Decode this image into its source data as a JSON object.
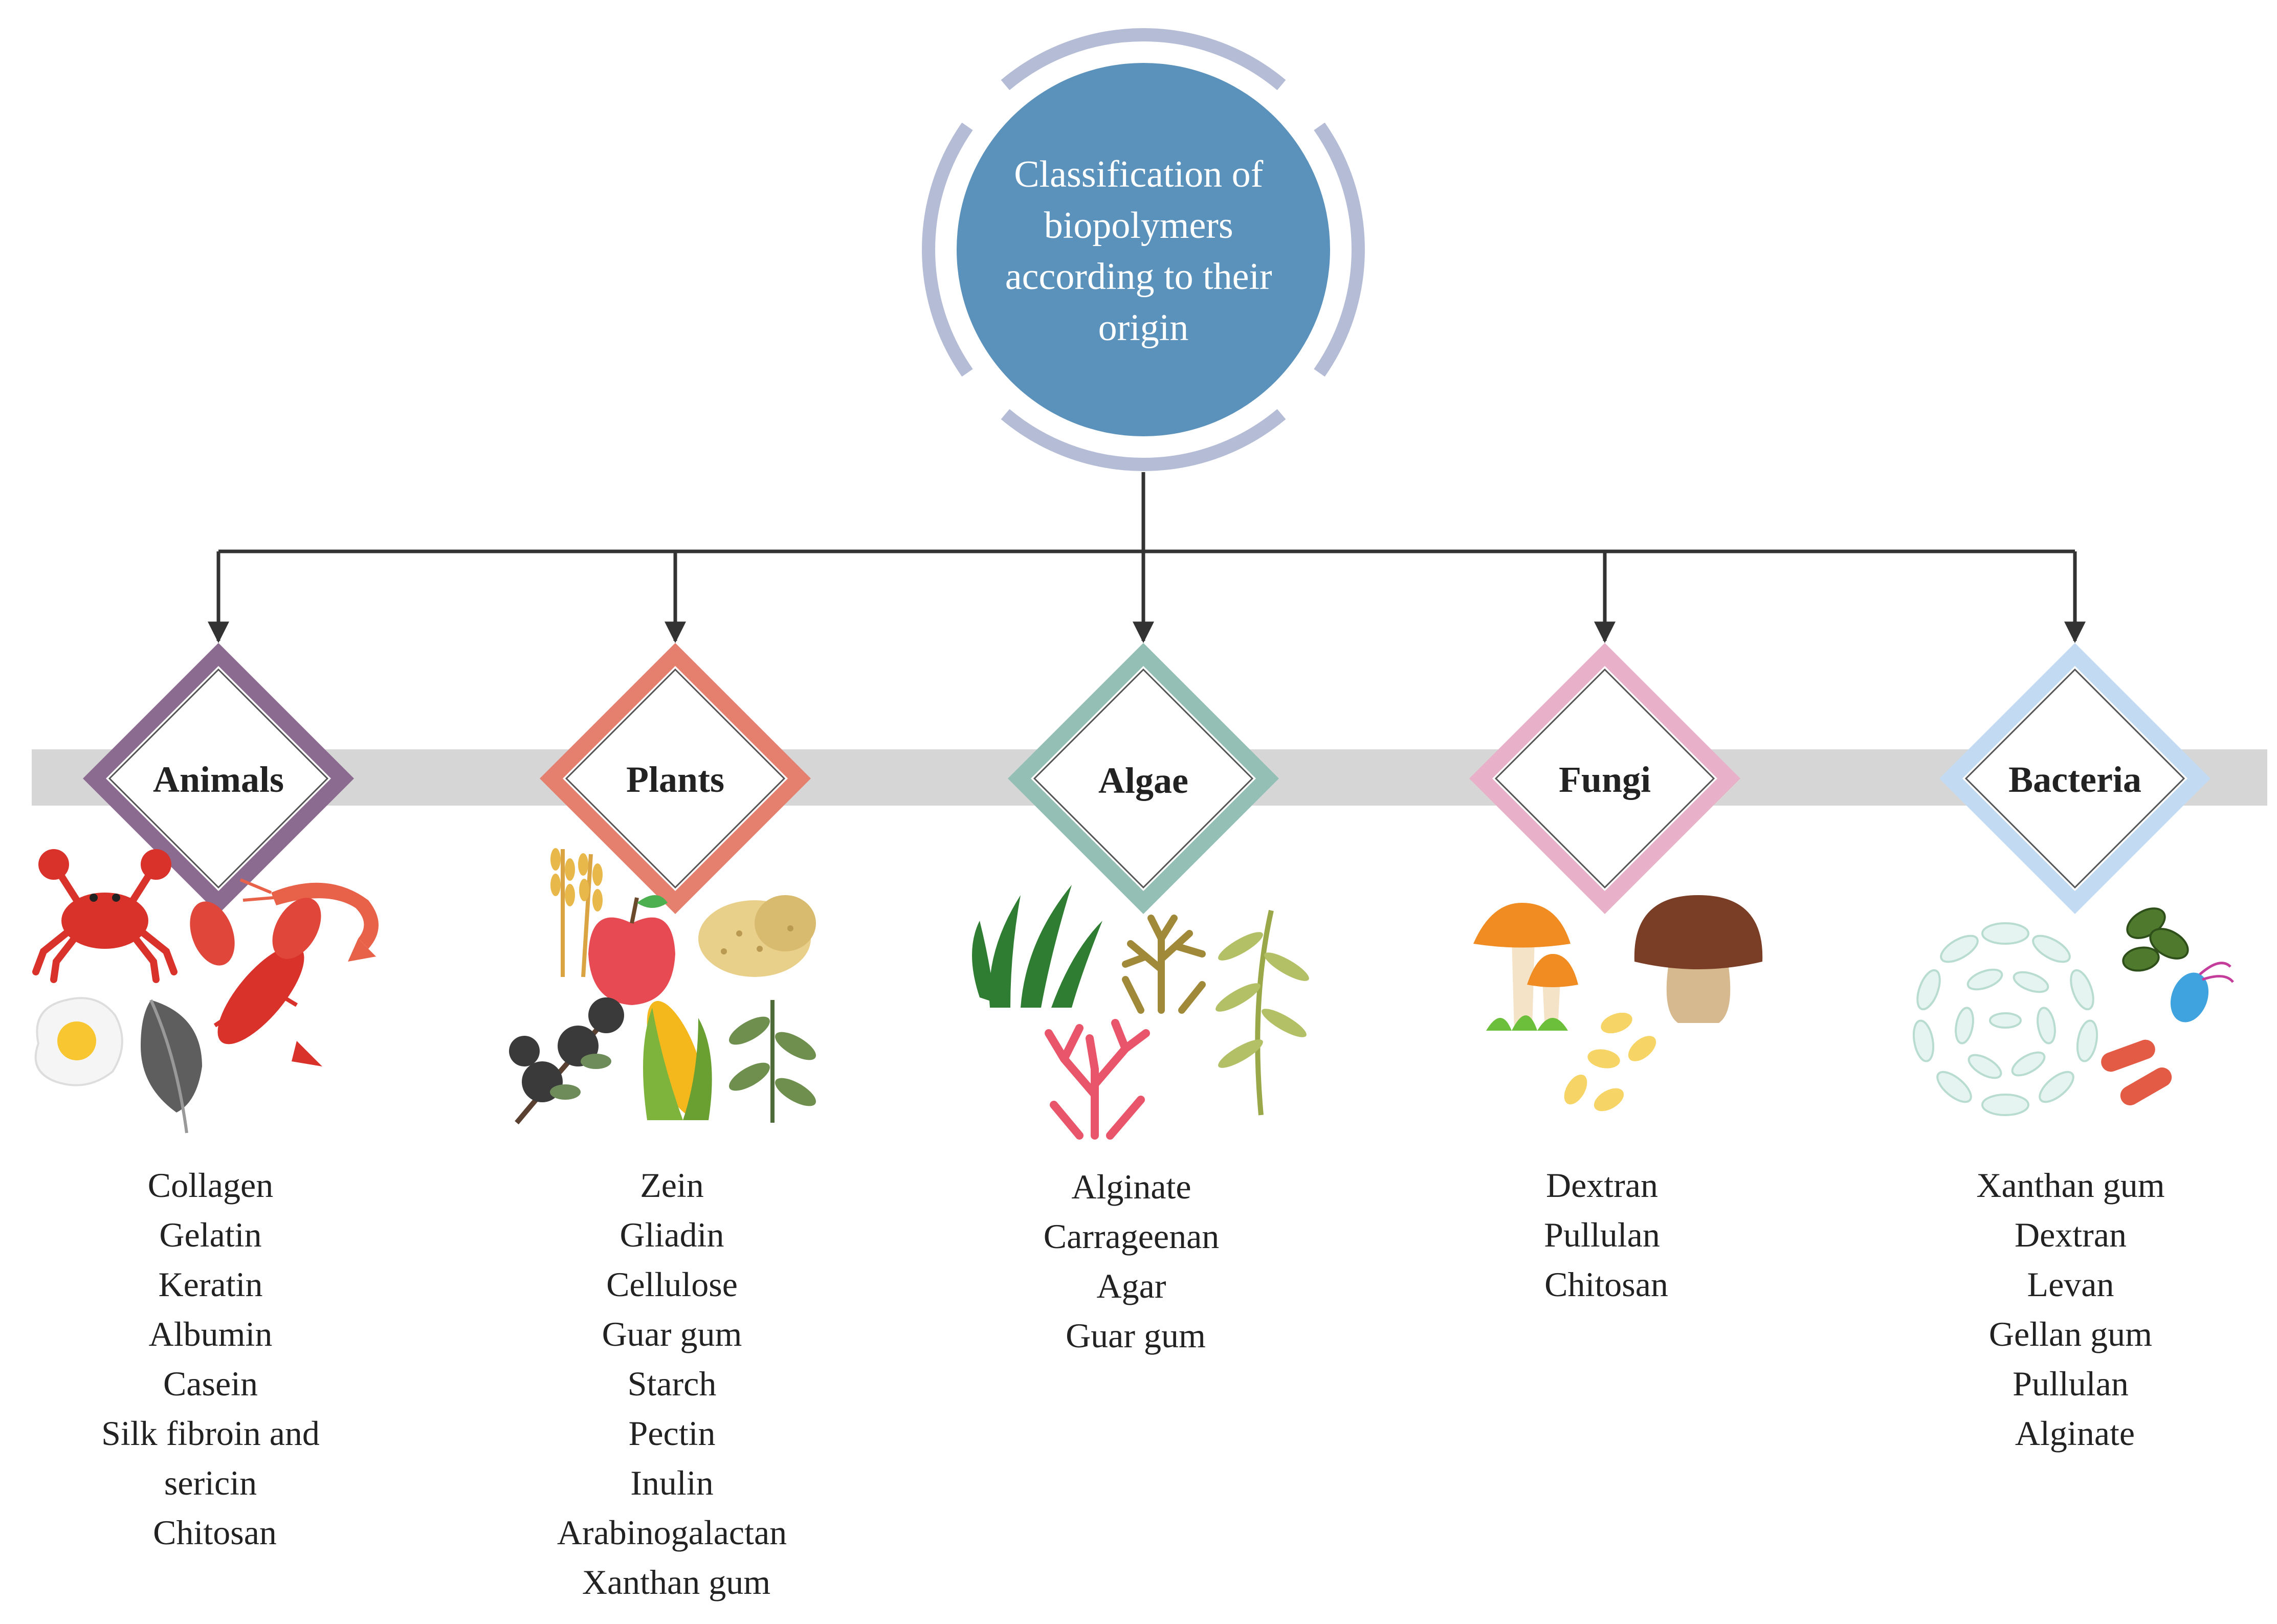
{
  "root": {
    "lines": [
      "Classification of",
      "biopolymers",
      "according to their",
      "origin"
    ],
    "circle_color": "#5b92bb",
    "ring_color": "#b5bcd6"
  },
  "band_color": "#d6d6d6",
  "connector_color": "#333333",
  "categories": [
    {
      "label": "Animals",
      "color": "#8b6b90",
      "items": [
        "Collagen",
        "Gelatin",
        "Keratin",
        "Albumin",
        "Casein",
        "Silk fibroin and",
        "sericin",
        "Chitosan"
      ],
      "icons": [
        "crab-icon",
        "shrimp-icon",
        "lobster-icon",
        "egg-icon",
        "feather-icon"
      ]
    },
    {
      "label": "Plants",
      "color": "#e4806d",
      "items": [
        "Zein",
        "Gliadin",
        "Cellulose",
        "Guar gum",
        "Starch",
        "Pectin",
        "Inulin",
        "Arabinogalactan",
        "Xanthan gum"
      ],
      "icons": [
        "wheat-icon",
        "apple-icon",
        "potato-icon",
        "cotton-icon",
        "corn-icon",
        "soy-plant-icon"
      ]
    },
    {
      "label": "Algae",
      "color": "#93bfb4",
      "items": [
        "Alginate",
        "Carrageenan",
        "Agar",
        "Guar gum"
      ],
      "icons": [
        "green-seaweed-icon",
        "brown-seaweed-icon",
        "kelp-icon",
        "red-coral-algae-icon"
      ]
    },
    {
      "label": "Fungi",
      "color": "#e9b1c9",
      "items": [
        "Dextran",
        "Pullulan",
        "Chitosan"
      ],
      "icons": [
        "orange-mushroom-icon",
        "brown-mushroom-icon",
        "yeast-icon"
      ]
    },
    {
      "label": "Bacteria",
      "color": "#c3dbf2",
      "items": [
        "Xanthan gum",
        "Dextran",
        "Levan",
        "Gellan gum",
        "Pullulan",
        "Alginate"
      ],
      "icons": [
        "bacteria-colony-icon",
        "green-bacteria-icon",
        "blue-bacterium-icon",
        "red-bacilli-icon"
      ]
    }
  ]
}
